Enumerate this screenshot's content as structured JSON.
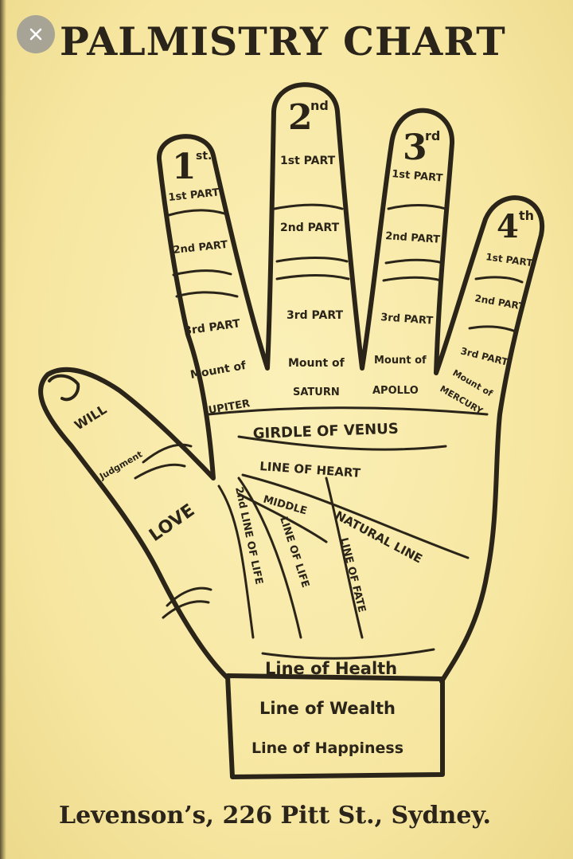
{
  "title": "PALMISTRY CHART",
  "footer": "Levenson’s, 226 Pitt St., Sydney.",
  "colors": {
    "paper": "#f7e9a6",
    "ink": "#2b2519"
  },
  "close_icon": "close-icon",
  "fingers": [
    {
      "num": "1",
      "suffix": "st.",
      "parts": [
        "1st PART",
        "2nd PART",
        "3rd PART"
      ]
    },
    {
      "num": "2",
      "suffix": "nd",
      "parts": [
        "1st PART",
        "2nd PART",
        "3rd PART"
      ]
    },
    {
      "num": "3",
      "suffix": "rd",
      "parts": [
        "1st PART",
        "2nd PART",
        "3rd PART"
      ]
    },
    {
      "num": "4",
      "suffix": "th",
      "parts": [
        "1st PART",
        "2nd PART",
        "3rd PART"
      ]
    }
  ],
  "mounts": {
    "prefix": "Mount of",
    "names": [
      "JUPITER",
      "SATURN",
      "APOLLO",
      "MERCURY"
    ]
  },
  "thumb": {
    "will": "WILL",
    "judgment": "Judgment",
    "love": "LOVE"
  },
  "palm_lines": {
    "girdle": "GIRDLE OF VENUS",
    "heart": "LINE OF HEART",
    "middle": "MIDDLE",
    "natural": "NATURAL LINE",
    "second_life": "2nd LINE OF LIFE",
    "life": "LINE OF LIFE",
    "fate": "LINE OF FATE"
  },
  "wrist": [
    "Line of Health",
    "Line of Wealth",
    "Line of Happiness"
  ]
}
